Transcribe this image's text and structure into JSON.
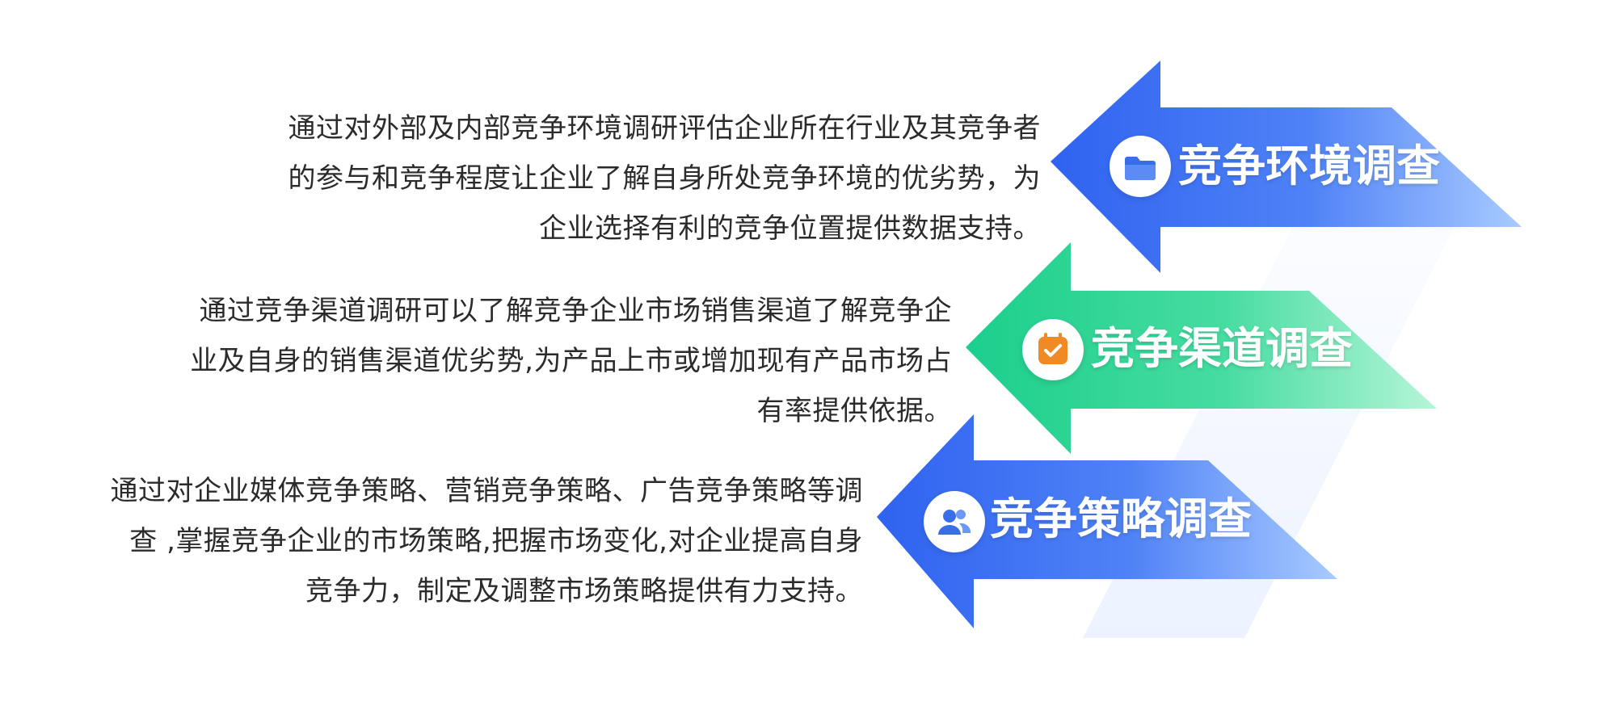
{
  "items": [
    {
      "title": "竞争环境调查",
      "icon": "folder-icon",
      "gradient": [
        "#2f63f0",
        "#9cc2ff"
      ],
      "description": [
        "通过对外部及内部竞争环境调研评估企业所在行业及其竞争者",
        "的参与和竞争程度让企业了解自身所处竞争环境的优劣势，为",
        "企业选择有利的竞争位置提供数据支持。"
      ]
    },
    {
      "title": "竞争渠道调查",
      "icon": "calendar-check-icon",
      "gradient": [
        "#1ccf8c",
        "#a6f2cf"
      ],
      "description": [
        "通过竞争渠道调研可以了解竞争企业市场销售渠道了解竞争企",
        "业及自身的销售渠道优劣势,为产品上市或增加现有产品市场占",
        "有率提供依据。"
      ]
    },
    {
      "title": "竞争策略调查",
      "icon": "users-icon",
      "gradient": [
        "#2f63f0",
        "#9cc2ff"
      ],
      "description": [
        "通过对企业媒体竞争策略、营销竞争策略、广告竞争策略等调",
        "查 ,掌握竞争企业的市场策略,把握市场变化,对企业提高自身",
        "竞争力，制定及调整市场策略提供有力支持。"
      ]
    }
  ],
  "accent_colors": {
    "icon_blue": "#3a6ee8",
    "icon_orange": "#f08a24",
    "text": "#2b2b2b"
  }
}
